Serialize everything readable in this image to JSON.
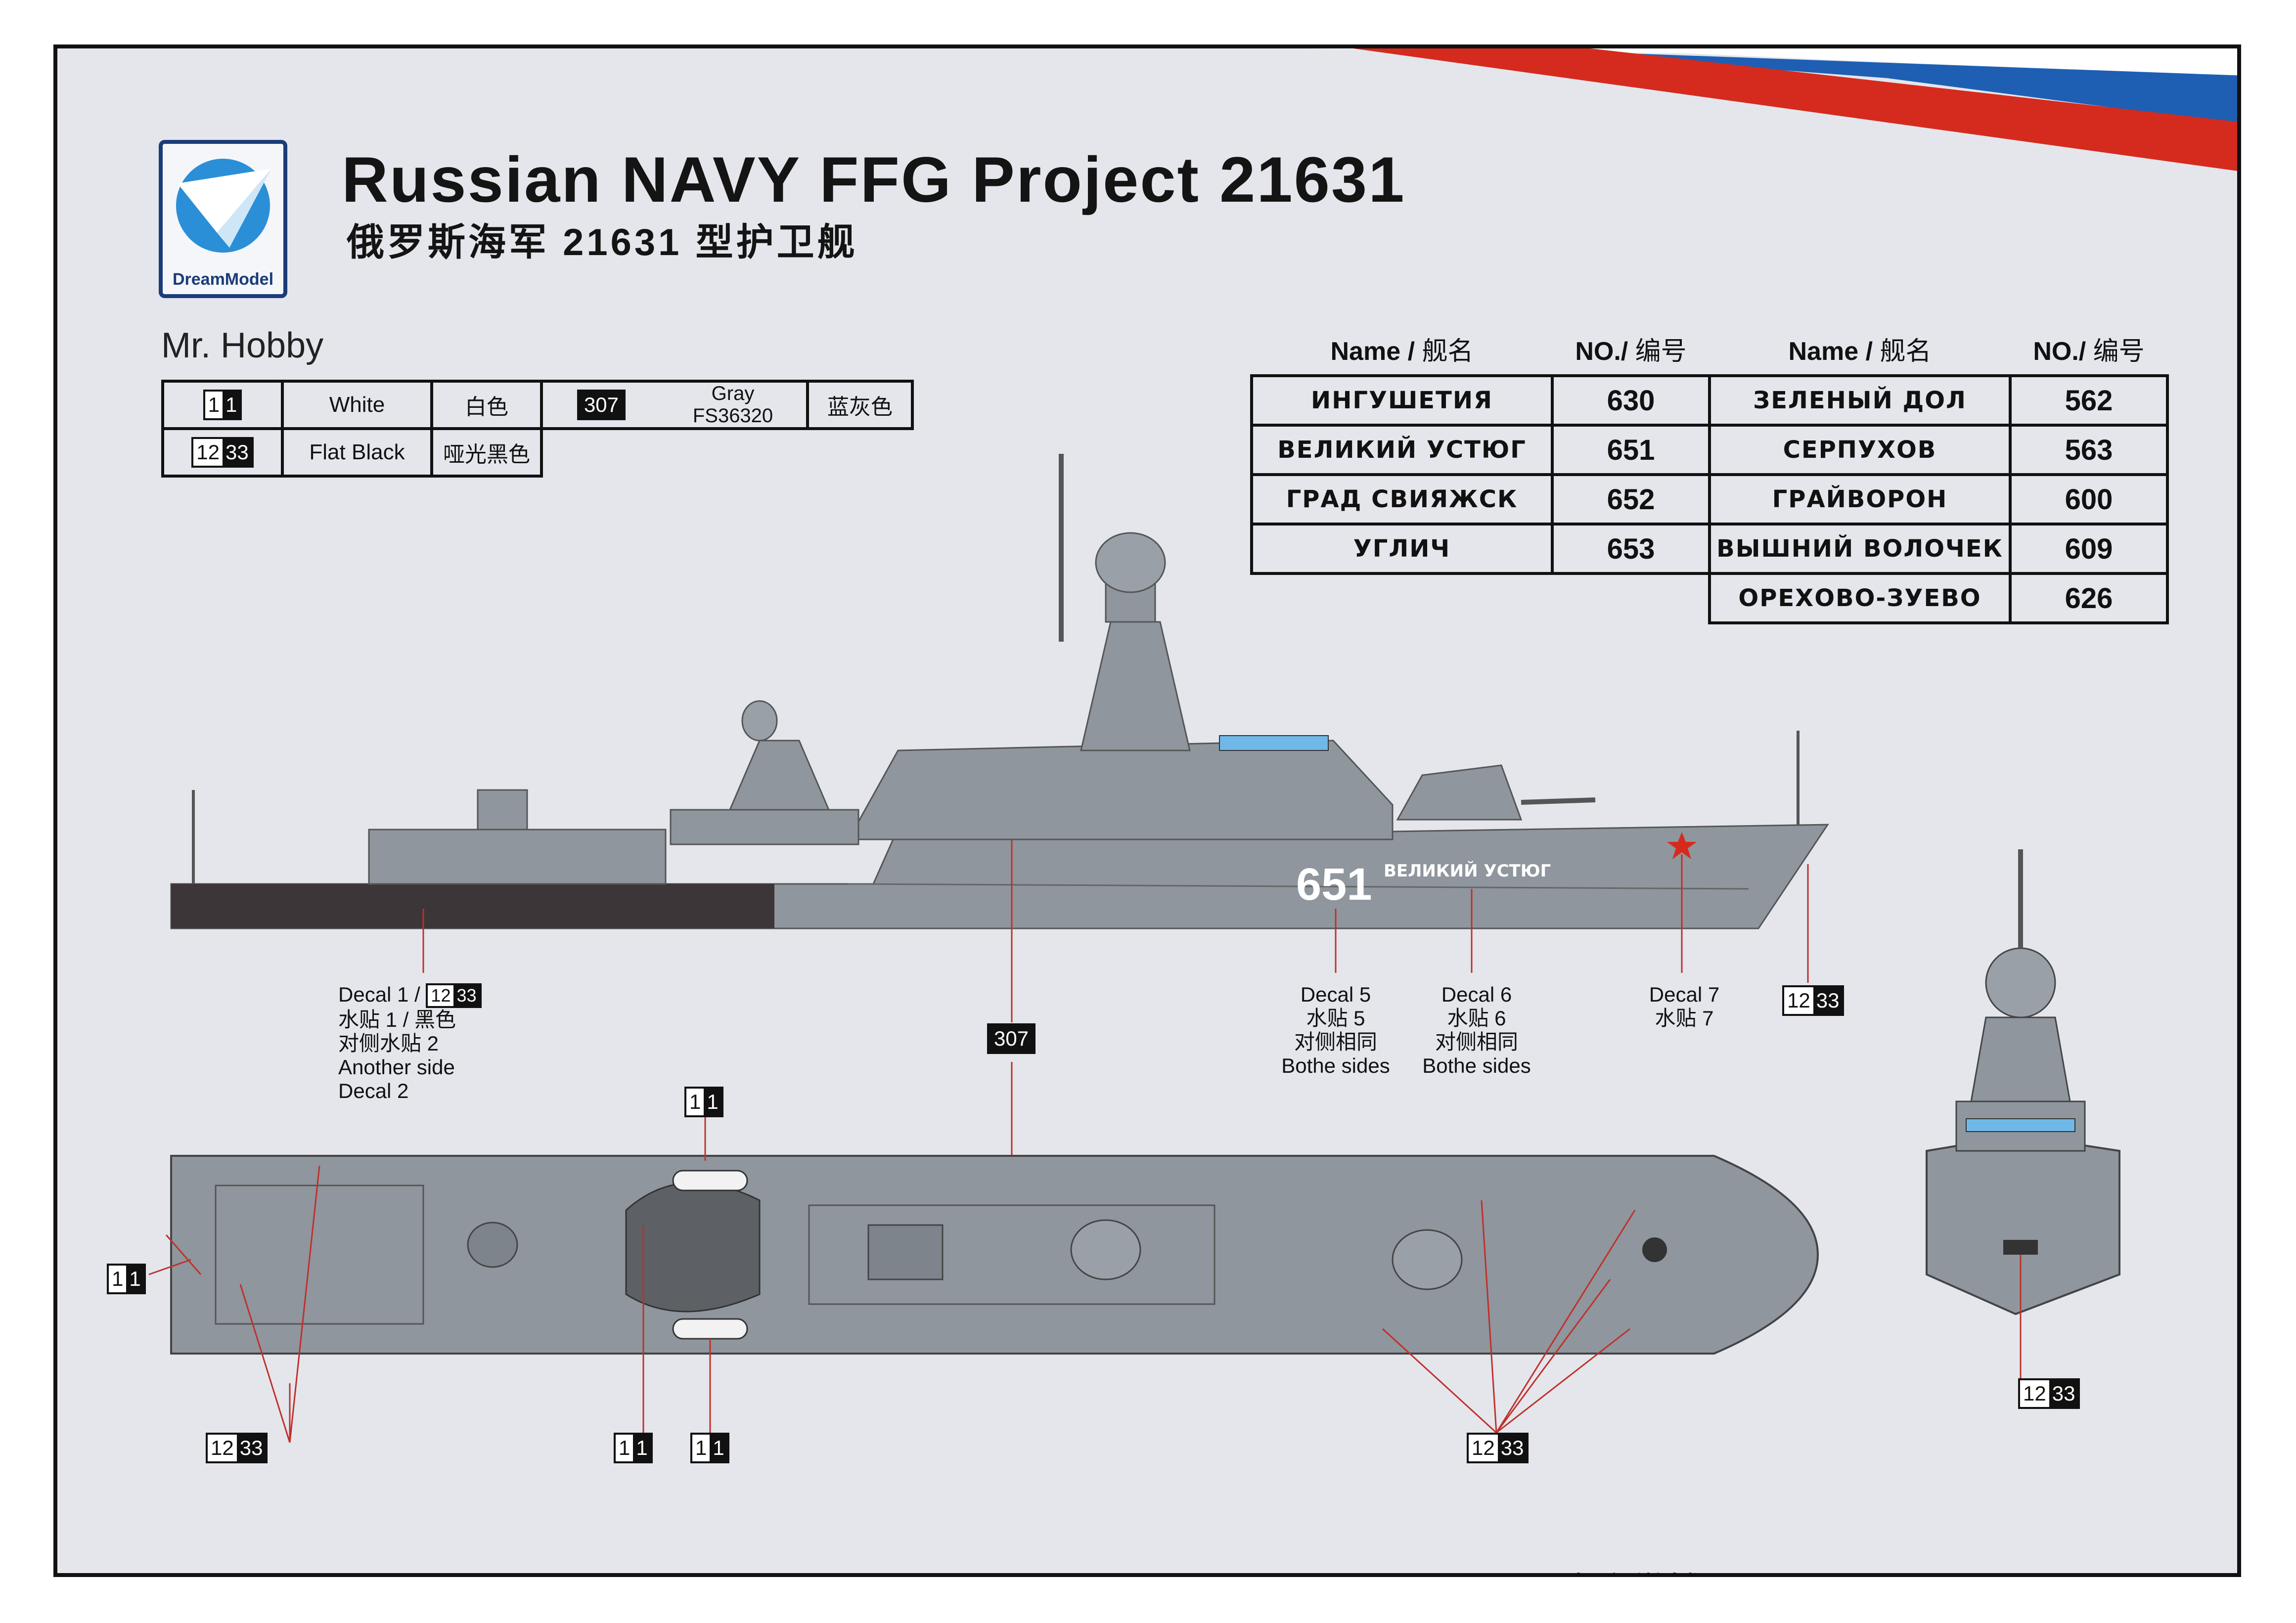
{
  "title_en": "Russian NAVY FFG Project 21631",
  "title_cn": "俄罗斯海军 21631 型护卫舰",
  "logo_text": "DreamModel",
  "paint_brand": "Mr. Hobby",
  "paints": {
    "row1": [
      {
        "code_a": "1",
        "code_b": "1",
        "name": "White",
        "name_cn": "白色"
      },
      {
        "code": "307",
        "name": "Gray FS36320",
        "name_cn": "蓝灰色"
      }
    ],
    "row2": [
      {
        "code_a": "12",
        "code_b": "33",
        "name": "Flat Black",
        "name_cn": "哑光黑色"
      }
    ]
  },
  "ship_table": {
    "header_name": "Name /",
    "header_name_cn": "舰名",
    "header_no": "NO./",
    "header_no_cn": "编号",
    "left": [
      {
        "name": "ИНГУШЕТИЯ",
        "no": "630"
      },
      {
        "name": "ВЕЛИКИЙ УСТЮГ",
        "no": "651"
      },
      {
        "name": "ГРАД СВИЯЖСК",
        "no": "652"
      },
      {
        "name": "УГЛИЧ",
        "no": "653"
      }
    ],
    "right": [
      {
        "name": "ЗЕЛЕНЫЙ ДОЛ",
        "no": "562"
      },
      {
        "name": "СЕРПУХОВ",
        "no": "563"
      },
      {
        "name": "ГРАЙВОРОН",
        "no": "600"
      },
      {
        "name": "ВЫШНИЙ ВОЛОЧЕК",
        "no": "609"
      },
      {
        "name": "ОРЕХОВО-ЗУЕВО",
        "no": "626"
      }
    ]
  },
  "hull_markings": {
    "number": "651",
    "name": "ВЕЛИКИЙ УСТЮГ"
  },
  "callouts": {
    "decal1": {
      "l1": "Decal 1 /",
      "code_a": "12",
      "code_b": "33",
      "l2": "水贴 1 / 黑色",
      "l3": "对侧水贴 2",
      "l4": "Another side",
      "l5": "Decal 2"
    },
    "decal5": {
      "l1": "Decal 5",
      "l2": "水贴 5",
      "l3": "对侧相同",
      "l4": "Bothe sides"
    },
    "decal6": {
      "l1": "Decal 6",
      "l2": "水贴 6",
      "l3": "对侧相同",
      "l4": "Bothe sides"
    },
    "decal7": {
      "l1": "Decal 7",
      "l2": "水贴 7"
    },
    "gray_code": "307",
    "white_code_a": "1",
    "white_code_b": "1",
    "black_code_a": "12",
    "black_code_b": "33"
  },
  "footer": "官方微博  https://weibo.com/DreamModel",
  "colors": {
    "hull_gray": "#8f969d",
    "boot_black": "#3d3638",
    "flag_red": "#d52b1e",
    "flag_blue": "#1e5fb4",
    "logo_blue": "#1b3c78"
  }
}
